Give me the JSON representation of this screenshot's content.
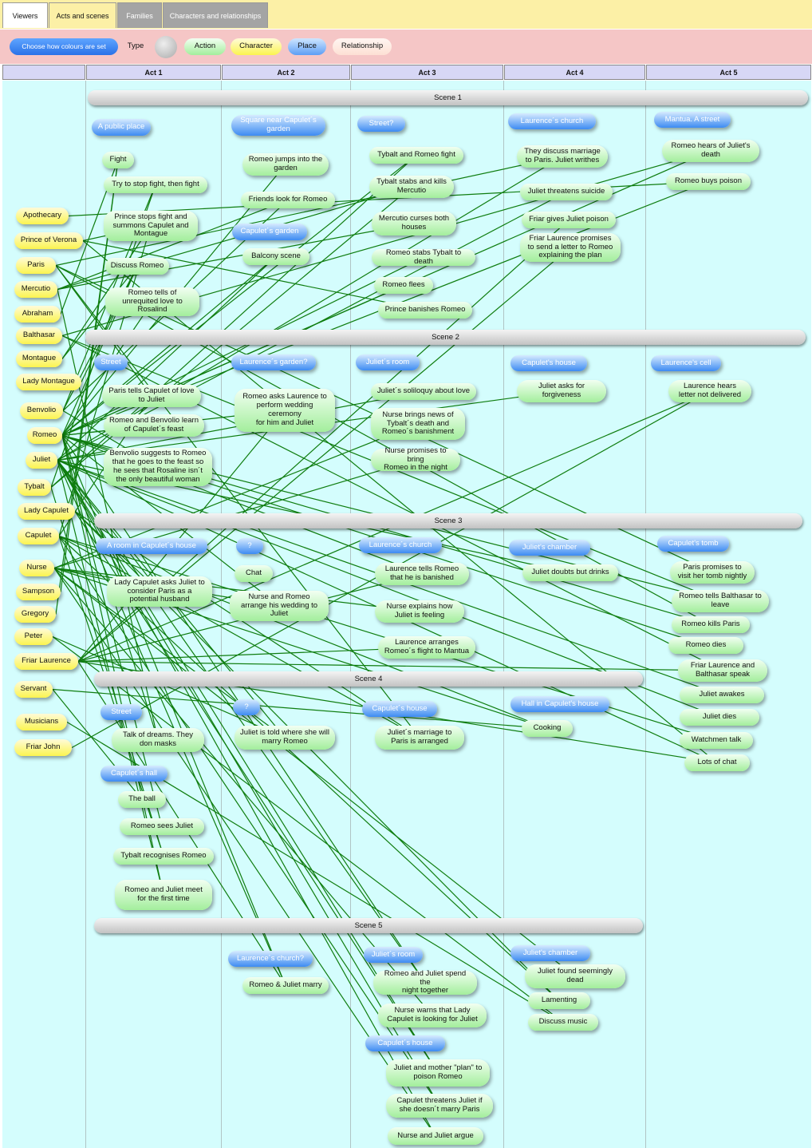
{
  "tabs": [
    "Viewers",
    "Acts and scenes",
    "Families",
    "Characters and relationships"
  ],
  "legend": {
    "choose_button": "Choose how colours are set",
    "type_label": "Type",
    "items": [
      "Action",
      "Character",
      "Place",
      "Relationship"
    ]
  },
  "colors": {
    "link": "#0f7d0f",
    "action": "#a3ee9c",
    "place": "#3d8bf2",
    "character": "#fbf44f",
    "relationship": "#fde8de",
    "tab_bar": "#fcf0a6",
    "legend_bar": "#f5c6c6",
    "grid": "#d4fdfd"
  },
  "acts": [
    "Act 1",
    "Act 2",
    "Act 3",
    "Act 4",
    "Act 5"
  ],
  "scenes": [
    "Scene 1",
    "Scene 2",
    "Scene 3",
    "Scene 4",
    "Scene 5"
  ],
  "characters": [
    "Apothecary",
    "Prince of Verona",
    "Paris",
    "Mercutio",
    "Abraham",
    "Balthasar",
    "Montague",
    "Lady Montague",
    "Benvolio",
    "Romeo",
    "Juliet",
    "Tybalt",
    "Lady Capulet",
    "Capulet",
    "Nurse",
    "Sampson",
    "Gregory",
    "Peter",
    "Friar Laurence",
    "Servant",
    "Musicians",
    "Friar John"
  ],
  "nodes": [
    {
      "id": "a1s1p",
      "type": "place",
      "text": "A public place"
    },
    {
      "id": "a1s1a1",
      "type": "action",
      "text": "Fight"
    },
    {
      "id": "a1s1a2",
      "type": "action",
      "text": "Try to stop fight, then fight"
    },
    {
      "id": "a1s1a3",
      "type": "action",
      "text": "Prince stops fight and\nsummons Capulet and\nMontague"
    },
    {
      "id": "a1s1a4",
      "type": "action",
      "text": "Discuss Romeo"
    },
    {
      "id": "a1s1a5",
      "type": "action",
      "text": "Romeo tells of\nunrequited love to\nRosalind"
    },
    {
      "id": "a2s1p",
      "type": "place",
      "text": "Square near Capulet´s\ngarden"
    },
    {
      "id": "a2s1a1",
      "type": "action",
      "text": "Romeo jumps into the\ngarden"
    },
    {
      "id": "a2s1a2",
      "type": "action",
      "text": "Friends look for Romeo"
    },
    {
      "id": "a2s2p",
      "type": "place",
      "text": "Capulet´s garden"
    },
    {
      "id": "a2s2a1",
      "type": "action",
      "text": "Balcony scene"
    },
    {
      "id": "a3s1p",
      "type": "place",
      "text": "Street?"
    },
    {
      "id": "a3s1a1",
      "type": "action",
      "text": "Tybalt and Romeo fight"
    },
    {
      "id": "a3s1a2",
      "type": "action",
      "text": "Tybalt stabs and kills\nMercutio"
    },
    {
      "id": "a3s1a3",
      "type": "action",
      "text": "Mercutio curses both\nhouses"
    },
    {
      "id": "a3s1a4",
      "type": "action",
      "text": "Romeo stabs Tybalt to death"
    },
    {
      "id": "a3s1a5",
      "type": "action",
      "text": "Romeo flees"
    },
    {
      "id": "a3s1a6",
      "type": "action",
      "text": "Prince banishes Romeo"
    },
    {
      "id": "a4s1p",
      "type": "place",
      "text": "Laurence´s church"
    },
    {
      "id": "a4s1a1",
      "type": "action",
      "text": "They discuss marriage\nto Paris. Juliet writhes"
    },
    {
      "id": "a4s1a2",
      "type": "action",
      "text": "Juliet threatens suicide"
    },
    {
      "id": "a4s1a3",
      "type": "action",
      "text": "Friar gives Juliet poison"
    },
    {
      "id": "a4s1a4",
      "type": "action",
      "text": "Friar Laurence promises\nto send a letter to Romeo\nexplaining the plan"
    },
    {
      "id": "a5s1p",
      "type": "place",
      "text": "Mantua. A street"
    },
    {
      "id": "a5s1a1",
      "type": "action",
      "text": "Romeo hears of Juliet's\ndeath"
    },
    {
      "id": "a5s1a2",
      "type": "action",
      "text": "Romeo buys poison"
    },
    {
      "id": "a1s2p",
      "type": "place",
      "text": "Street"
    },
    {
      "id": "a1s2a1",
      "type": "action",
      "text": "Paris tells Capulet of love\nto Juliet"
    },
    {
      "id": "a1s2a2",
      "type": "action",
      "text": "Romeo and Benvolio learn\nof Capulet´s feast"
    },
    {
      "id": "a1s2a3",
      "type": "action",
      "text": "Benvolio suggests to Romeo\nthat he goes to the feast so\nhe sees that Rosaline isn´t\nthe only beautiful woman"
    },
    {
      "id": "a2s3p",
      "type": "place",
      "text": "Laurence´s garden?"
    },
    {
      "id": "a2s3a1",
      "type": "action",
      "text": "Romeo asks Laurence to\nperform wedding ceremony\nfor him and Juliet"
    },
    {
      "id": "a3s2p",
      "type": "place",
      "text": "Juliet´s room"
    },
    {
      "id": "a3s2a1",
      "type": "action",
      "text": "Juliet´s soliloquy about love"
    },
    {
      "id": "a3s2a2",
      "type": "action",
      "text": "Nurse brings news of\nTybalt´s death and\nRomeo´s banishment"
    },
    {
      "id": "a3s2a3",
      "type": "action",
      "text": "Nurse promises to bring\nRomeo in the night"
    },
    {
      "id": "a4s2p",
      "type": "place",
      "text": "Capulet's house"
    },
    {
      "id": "a4s2a1",
      "type": "action",
      "text": "Juliet asks for\nforgiveness"
    },
    {
      "id": "a5s2p",
      "type": "place",
      "text": "Laurence's cell"
    },
    {
      "id": "a5s2a1",
      "type": "action",
      "text": "Laurence hears\nletter not delivered"
    },
    {
      "id": "a1s3p",
      "type": "place",
      "text": "A room in Capulet´s house"
    },
    {
      "id": "a1s3a1",
      "type": "action",
      "text": "Lady Capulet asks Juliet to\nconsider Paris as a\npotential husband"
    },
    {
      "id": "a2s4p",
      "type": "place",
      "text": "?"
    },
    {
      "id": "a2s4a1",
      "type": "action",
      "text": "Chat"
    },
    {
      "id": "a2s4a2",
      "type": "action",
      "text": "Nurse and Romeo\narrange his wedding to\nJuliet"
    },
    {
      "id": "a3s3p",
      "type": "place",
      "text": "Laurence´s church"
    },
    {
      "id": "a3s3a1",
      "type": "action",
      "text": "Laurence tells Romeo\nthat he is banished"
    },
    {
      "id": "a3s3a2",
      "type": "action",
      "text": "Nurse explains how\nJuliet is feeling"
    },
    {
      "id": "a3s3a3",
      "type": "action",
      "text": "Laurence arranges\nRomeo´s flight to Mantua"
    },
    {
      "id": "a4s3p",
      "type": "place",
      "text": "Juliet's chamber"
    },
    {
      "id": "a4s3a1",
      "type": "action",
      "text": "Juliet doubts but drinks"
    },
    {
      "id": "a5s3p",
      "type": "place",
      "text": "Capulet's tomb"
    },
    {
      "id": "a5s3a1",
      "type": "action",
      "text": "Paris promises to\nvisit her tomb nightly"
    },
    {
      "id": "a5s3a2",
      "type": "action",
      "text": "Romeo tells Balthasar to\nleave"
    },
    {
      "id": "a5s3a3",
      "type": "action",
      "text": "Romeo kills Paris"
    },
    {
      "id": "a5s3a4",
      "type": "action",
      "text": "Romeo dies"
    },
    {
      "id": "a5s3a5",
      "type": "action",
      "text": "Friar Laurence and\nBalthasar speak"
    },
    {
      "id": "a5s3a6",
      "type": "action",
      "text": "Juliet awakes"
    },
    {
      "id": "a5s3a7",
      "type": "action",
      "text": "Juliet dies"
    },
    {
      "id": "a5s3a8",
      "type": "action",
      "text": "Watchmen talk"
    },
    {
      "id": "a5s3a9",
      "type": "action",
      "text": "Lots of chat"
    },
    {
      "id": "a1s4p",
      "type": "place",
      "text": "Street"
    },
    {
      "id": "a1s4a1",
      "type": "action",
      "text": "Talk of dreams. They\ndon masks"
    },
    {
      "id": "a2s5p",
      "type": "place",
      "text": "?"
    },
    {
      "id": "a2s5a1",
      "type": "action",
      "text": "Juliet is told where she will\nmarry Romeo"
    },
    {
      "id": "a3s4p",
      "type": "place",
      "text": "Capulet´s house"
    },
    {
      "id": "a3s4a1",
      "type": "action",
      "text": "Juliet´s marriage to\nParis is arranged"
    },
    {
      "id": "a4s4p",
      "type": "place",
      "text": "Hall in Capulet's house"
    },
    {
      "id": "a4s4a1",
      "type": "action",
      "text": "Cooking"
    },
    {
      "id": "a1s5p",
      "type": "place",
      "text": "Capulet´s hall"
    },
    {
      "id": "a1s5a1",
      "type": "action",
      "text": "The ball"
    },
    {
      "id": "a1s5a2",
      "type": "action",
      "text": "Romeo sees Juliet"
    },
    {
      "id": "a1s5a3",
      "type": "action",
      "text": "Tybalt recognises Romeo"
    },
    {
      "id": "a1s5a4",
      "type": "action",
      "text": "Romeo and Juliet meet\nfor the first time"
    },
    {
      "id": "a2s6p",
      "type": "place",
      "text": "Laurence´s church?"
    },
    {
      "id": "a2s6a1",
      "type": "action",
      "text": "Romeo & Juliet marry"
    },
    {
      "id": "a3s5p",
      "type": "place",
      "text": "Juliet´s room"
    },
    {
      "id": "a3s5a1",
      "type": "action",
      "text": "Romeo and Juliet spend the\nnight together"
    },
    {
      "id": "a3s5a2",
      "type": "action",
      "text": "Nurse warns that Lady\nCapulet is looking for Juliet"
    },
    {
      "id": "a3s5p2",
      "type": "place",
      "text": "Capulet´s house"
    },
    {
      "id": "a3s5a3",
      "type": "action",
      "text": "Juliet and mother \"plan\" to\npoison Romeo"
    },
    {
      "id": "a3s5a4",
      "type": "action",
      "text": "Capulet threatens Juliet if\nshe doesn´t marry Paris"
    },
    {
      "id": "a3s5a5",
      "type": "action",
      "text": "Nurse and Juliet argue"
    },
    {
      "id": "a4s5p",
      "type": "place",
      "text": "Juliet's chamber"
    },
    {
      "id": "a4s5a1",
      "type": "action",
      "text": "Juliet found seemingly\ndead"
    },
    {
      "id": "a4s5a2",
      "type": "action",
      "text": "Lamenting"
    },
    {
      "id": "a4s5a3",
      "type": "action",
      "text": "Discuss music"
    }
  ],
  "links": [
    [
      "Romeo",
      "a1s1a4"
    ],
    [
      "Romeo",
      "a1s1a5"
    ],
    [
      "Romeo",
      "a2s1a1"
    ],
    [
      "Romeo",
      "a2s2a1"
    ],
    [
      "Romeo",
      "a2s3a1"
    ],
    [
      "Romeo",
      "a2s4a2"
    ],
    [
      "Romeo",
      "a3s1a1"
    ],
    [
      "Romeo",
      "a3s1a4"
    ],
    [
      "Romeo",
      "a3s1a5"
    ],
    [
      "Romeo",
      "a3s3a1"
    ],
    [
      "Romeo",
      "a3s5a1"
    ],
    [
      "Romeo",
      "a5s1a1"
    ],
    [
      "Romeo",
      "a5s1a2"
    ],
    [
      "Romeo",
      "a5s3a2"
    ],
    [
      "Romeo",
      "a5s3a3"
    ],
    [
      "Romeo",
      "a5s3a4"
    ],
    [
      "Romeo",
      "a1s4a1"
    ],
    [
      "Romeo",
      "a1s5a2"
    ],
    [
      "Romeo",
      "a1s5a4"
    ],
    [
      "Romeo",
      "a2s6a1"
    ],
    [
      "Romeo",
      "a1s2a2"
    ],
    [
      "Juliet",
      "a1s3a1"
    ],
    [
      "Juliet",
      "a1s5a4"
    ],
    [
      "Juliet",
      "a2s2a1"
    ],
    [
      "Juliet",
      "a2s5a1"
    ],
    [
      "Juliet",
      "a2s6a1"
    ],
    [
      "Juliet",
      "a3s2a1"
    ],
    [
      "Juliet",
      "a3s5a1"
    ],
    [
      "Juliet",
      "a3s5a3"
    ],
    [
      "Juliet",
      "a3s5a4"
    ],
    [
      "Juliet",
      "a3s5a5"
    ],
    [
      "Juliet",
      "a4s1a2"
    ],
    [
      "Juliet",
      "a4s2a1"
    ],
    [
      "Juliet",
      "a4s3a1"
    ],
    [
      "Juliet",
      "a5s3a6"
    ],
    [
      "Juliet",
      "a5s3a7"
    ],
    [
      "Juliet",
      "a4s1a1"
    ],
    [
      "Nurse",
      "a2s4a2"
    ],
    [
      "Nurse",
      "a2s5a1"
    ],
    [
      "Nurse",
      "a3s2a2"
    ],
    [
      "Nurse",
      "a3s2a3"
    ],
    [
      "Nurse",
      "a3s3a2"
    ],
    [
      "Nurse",
      "a3s5a2"
    ],
    [
      "Nurse",
      "a3s5a5"
    ],
    [
      "Nurse",
      "a4s5a1"
    ],
    [
      "Nurse",
      "a1s3a1"
    ],
    [
      "Nurse",
      "a4s4a1"
    ],
    [
      "Friar Laurence",
      "a2s3a1"
    ],
    [
      "Friar Laurence",
      "a2s6a1"
    ],
    [
      "Friar Laurence",
      "a3s3a1"
    ],
    [
      "Friar Laurence",
      "a3s3a3"
    ],
    [
      "Friar Laurence",
      "a4s1a3"
    ],
    [
      "Friar Laurence",
      "a4s1a4"
    ],
    [
      "Friar Laurence",
      "a5s2a1"
    ],
    [
      "Friar Laurence",
      "a5s3a5"
    ],
    [
      "Tybalt",
      "a1s1a2"
    ],
    [
      "Tybalt",
      "a1s5a3"
    ],
    [
      "Tybalt",
      "a3s1a1"
    ],
    [
      "Tybalt",
      "a3s1a2"
    ],
    [
      "Mercutio",
      "a1s4a1"
    ],
    [
      "Mercutio",
      "a2s1a2"
    ],
    [
      "Mercutio",
      "a3s1a2"
    ],
    [
      "Mercutio",
      "a3s1a3"
    ],
    [
      "Benvolio",
      "a1s1a2"
    ],
    [
      "Benvolio",
      "a1s1a4"
    ],
    [
      "Benvolio",
      "a1s2a3"
    ],
    [
      "Benvolio",
      "a2s1a2"
    ],
    [
      "Paris",
      "a1s2a1"
    ],
    [
      "Paris",
      "a3s4a1"
    ],
    [
      "Paris",
      "a4s1a1"
    ],
    [
      "Paris",
      "a5s3a1"
    ],
    [
      "Paris",
      "a5s3a3"
    ],
    [
      "Capulet",
      "a1s2a1"
    ],
    [
      "Capulet",
      "a1s5a3"
    ],
    [
      "Capulet",
      "a3s4a1"
    ],
    [
      "Capulet",
      "a3s5a4"
    ],
    [
      "Capulet",
      "a4s4a1"
    ],
    [
      "Capulet",
      "a4s5a2"
    ],
    [
      "Capulet",
      "a1s1a3"
    ],
    [
      "Lady Capulet",
      "a1s3a1"
    ],
    [
      "Lady Capulet",
      "a3s5a3"
    ],
    [
      "Lady Capulet",
      "a4s5a2"
    ],
    [
      "Lady Capulet",
      "a3s4a1"
    ],
    [
      "Montague",
      "a1s1a3"
    ],
    [
      "Montague",
      "a1s1a4"
    ],
    [
      "Lady Montague",
      "a1s1a4"
    ],
    [
      "Prince of Verona",
      "a1s1a3"
    ],
    [
      "Prince of Verona",
      "a3s1a6"
    ],
    [
      "Prince of Verona",
      "a5s3a9"
    ],
    [
      "Balthasar",
      "a5s1a1"
    ],
    [
      "Balthasar",
      "a5s3a2"
    ],
    [
      "Balthasar",
      "a5s3a5"
    ],
    [
      "Apothecary",
      "a5s1a2"
    ],
    [
      "Sampson",
      "a1s1a1"
    ],
    [
      "Gregory",
      "a1s1a1"
    ],
    [
      "Abraham",
      "a1s1a1"
    ],
    [
      "Peter",
      "a2s5a1"
    ],
    [
      "Peter",
      "a4s5a3"
    ],
    [
      "Musicians",
      "a4s5a3"
    ],
    [
      "Servant",
      "a1s5a1"
    ],
    [
      "Servant",
      "a4s4a1"
    ],
    [
      "Friar John",
      "a5s2a1"
    ],
    [
      "Juliet",
      "a5s3a9"
    ],
    [
      "Friar Laurence",
      "a5s3a9"
    ],
    [
      "Capulet",
      "a5s3a8"
    ]
  ]
}
